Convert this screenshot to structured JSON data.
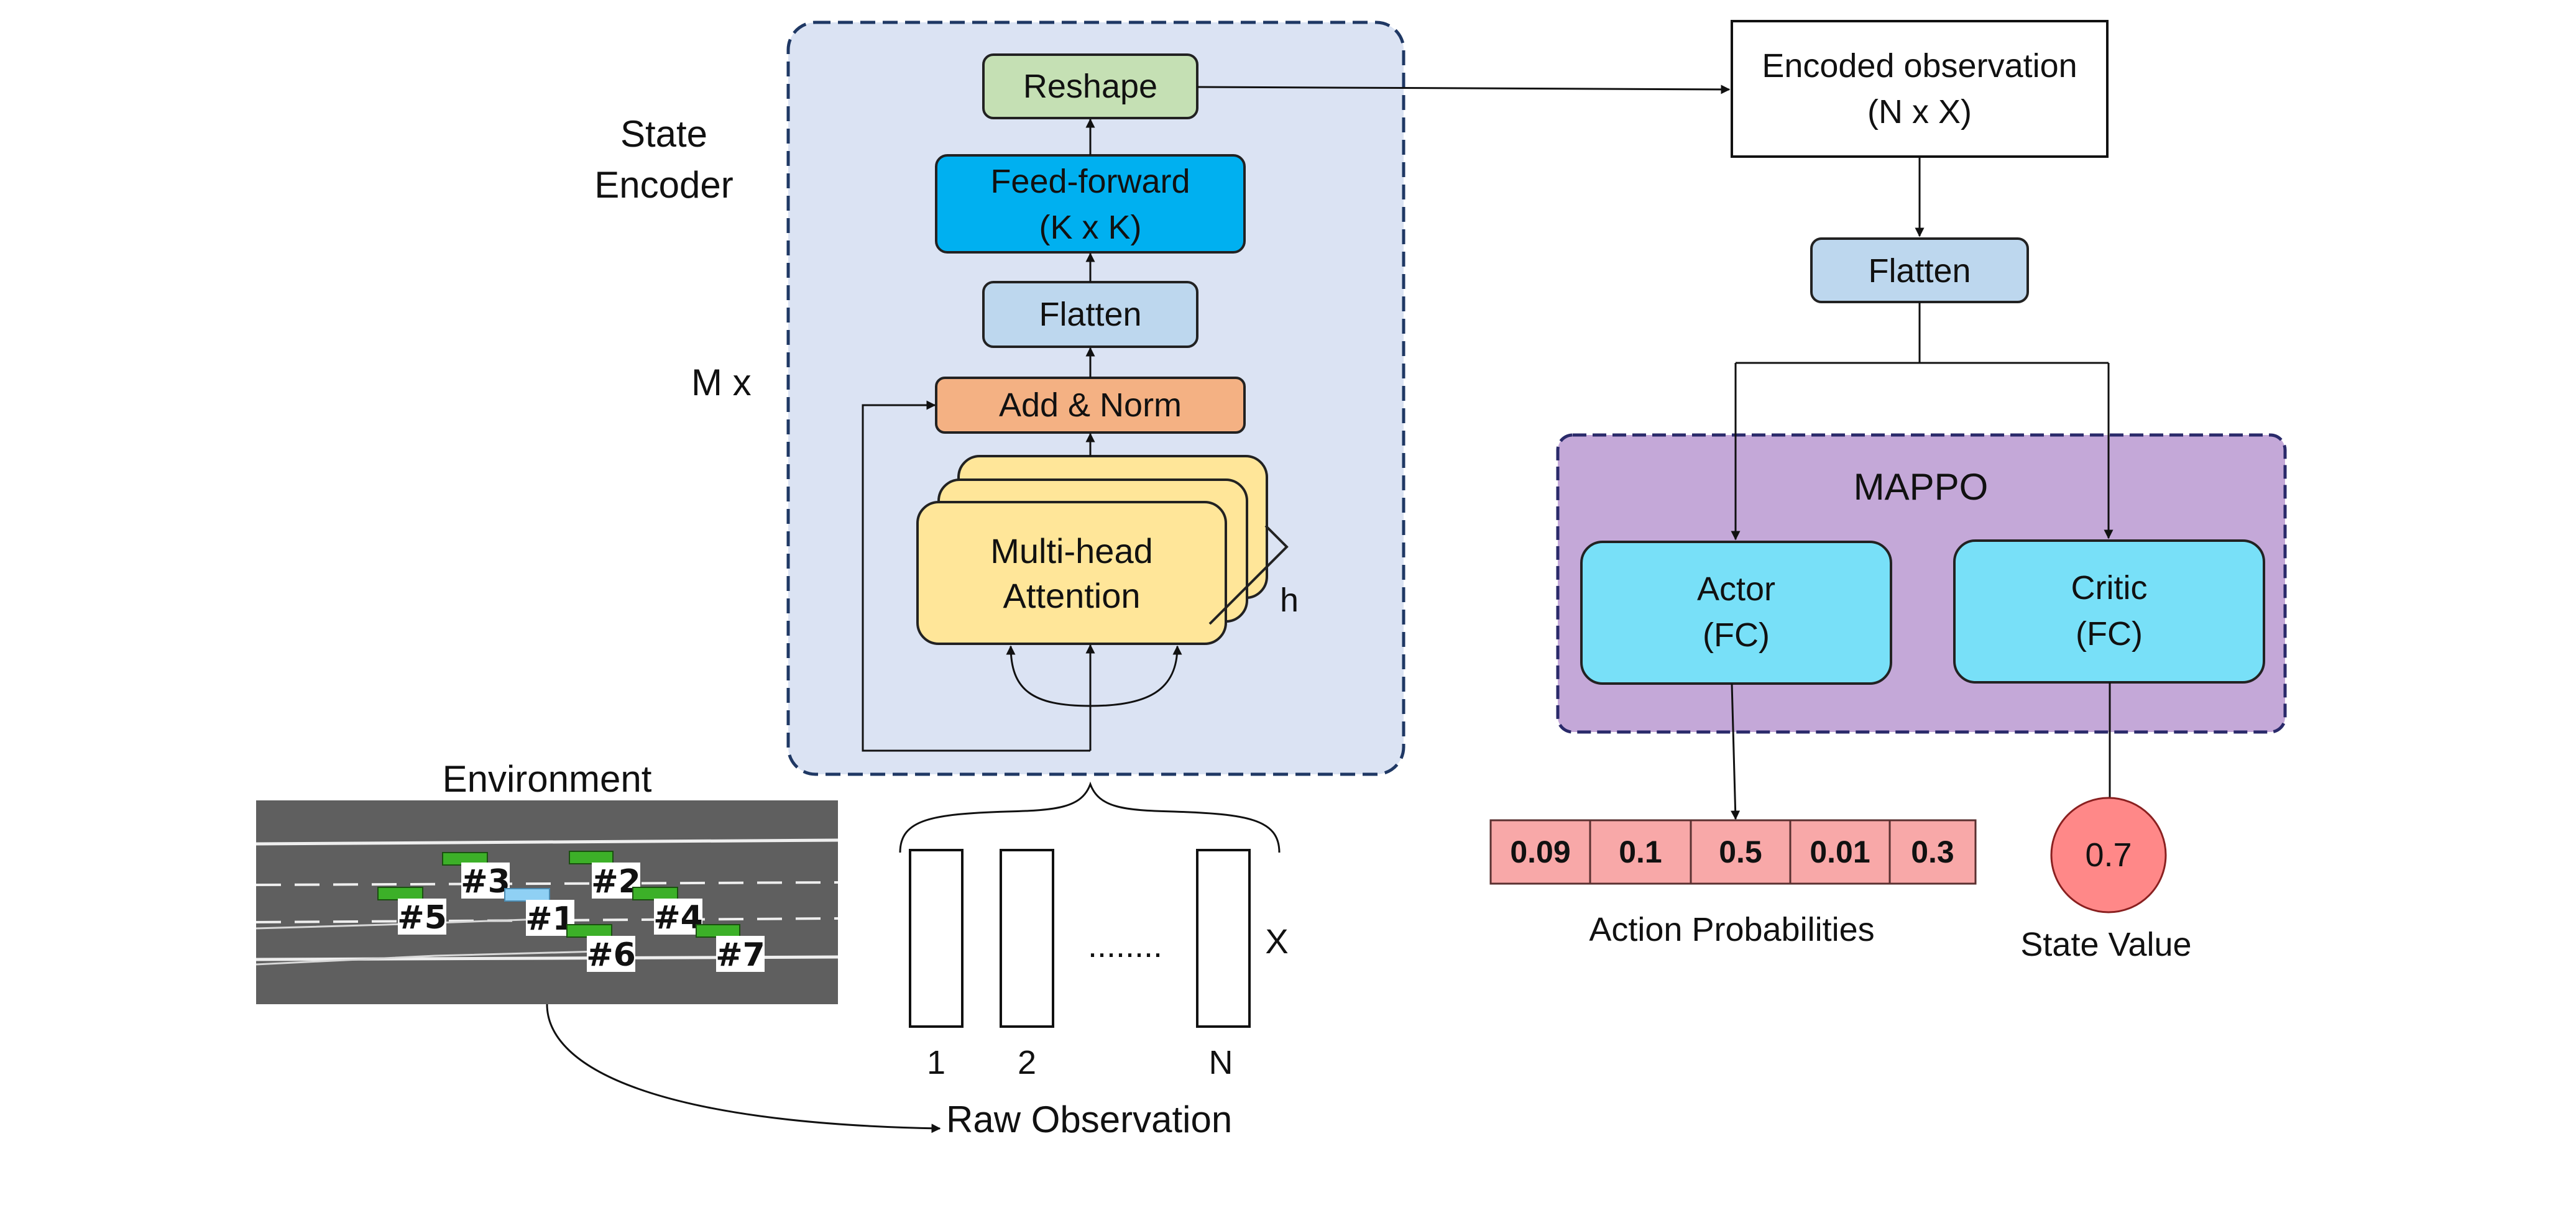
{
  "colors": {
    "encoder_bg": "#dbe3f3",
    "encoder_border": "#1f3864",
    "mappo_bg": "#c4a8d8",
    "mappo_border": "#2a2a6a",
    "reshape": "#c5e0b4",
    "feed_forward": "#00b0f0",
    "flatten": "#bdd7ee",
    "add_norm": "#f4b183",
    "attention": "#ffe699",
    "actor_critic": "#78e0f8",
    "probabilities": "#f8a8a8",
    "state_value": "#ff8888",
    "road": "#5f5f5f",
    "vehicle": "#3cb028",
    "ego_vehicle": "#8fd0f4"
  },
  "encoder": {
    "label_line1": "State",
    "label_line2": "Encoder",
    "repeat_label": "M x",
    "reshape": "Reshape",
    "feed_forward_line1": "Feed-forward",
    "feed_forward_line2": "(K x K)",
    "flatten": "Flatten",
    "add_norm": "Add & Norm",
    "attention_line1": "Multi-head",
    "attention_line2": "Attention",
    "heads_label": "h"
  },
  "encoded": {
    "line1": "Encoded observation",
    "line2": "(N x X)",
    "flatten": "Flatten"
  },
  "mappo": {
    "title": "MAPPO",
    "actor_line1": "Actor",
    "actor_line2": "(FC)",
    "critic_line1": "Critic",
    "critic_line2": "(FC)"
  },
  "outputs": {
    "action_probabilities": [
      "0.09",
      "0.1",
      "0.5",
      "0.01",
      "0.3"
    ],
    "action_label": "Action Probabilities",
    "state_value": "0.7",
    "state_label": "State Value"
  },
  "environment": {
    "title": "Environment",
    "vehicles": [
      "#3",
      "#2",
      "#5",
      "#1",
      "#4",
      "#6",
      "#7"
    ]
  },
  "observation": {
    "columns": [
      "1",
      "2",
      "N"
    ],
    "ellipsis": "........",
    "dimension": "X",
    "label": "Raw Observation"
  }
}
